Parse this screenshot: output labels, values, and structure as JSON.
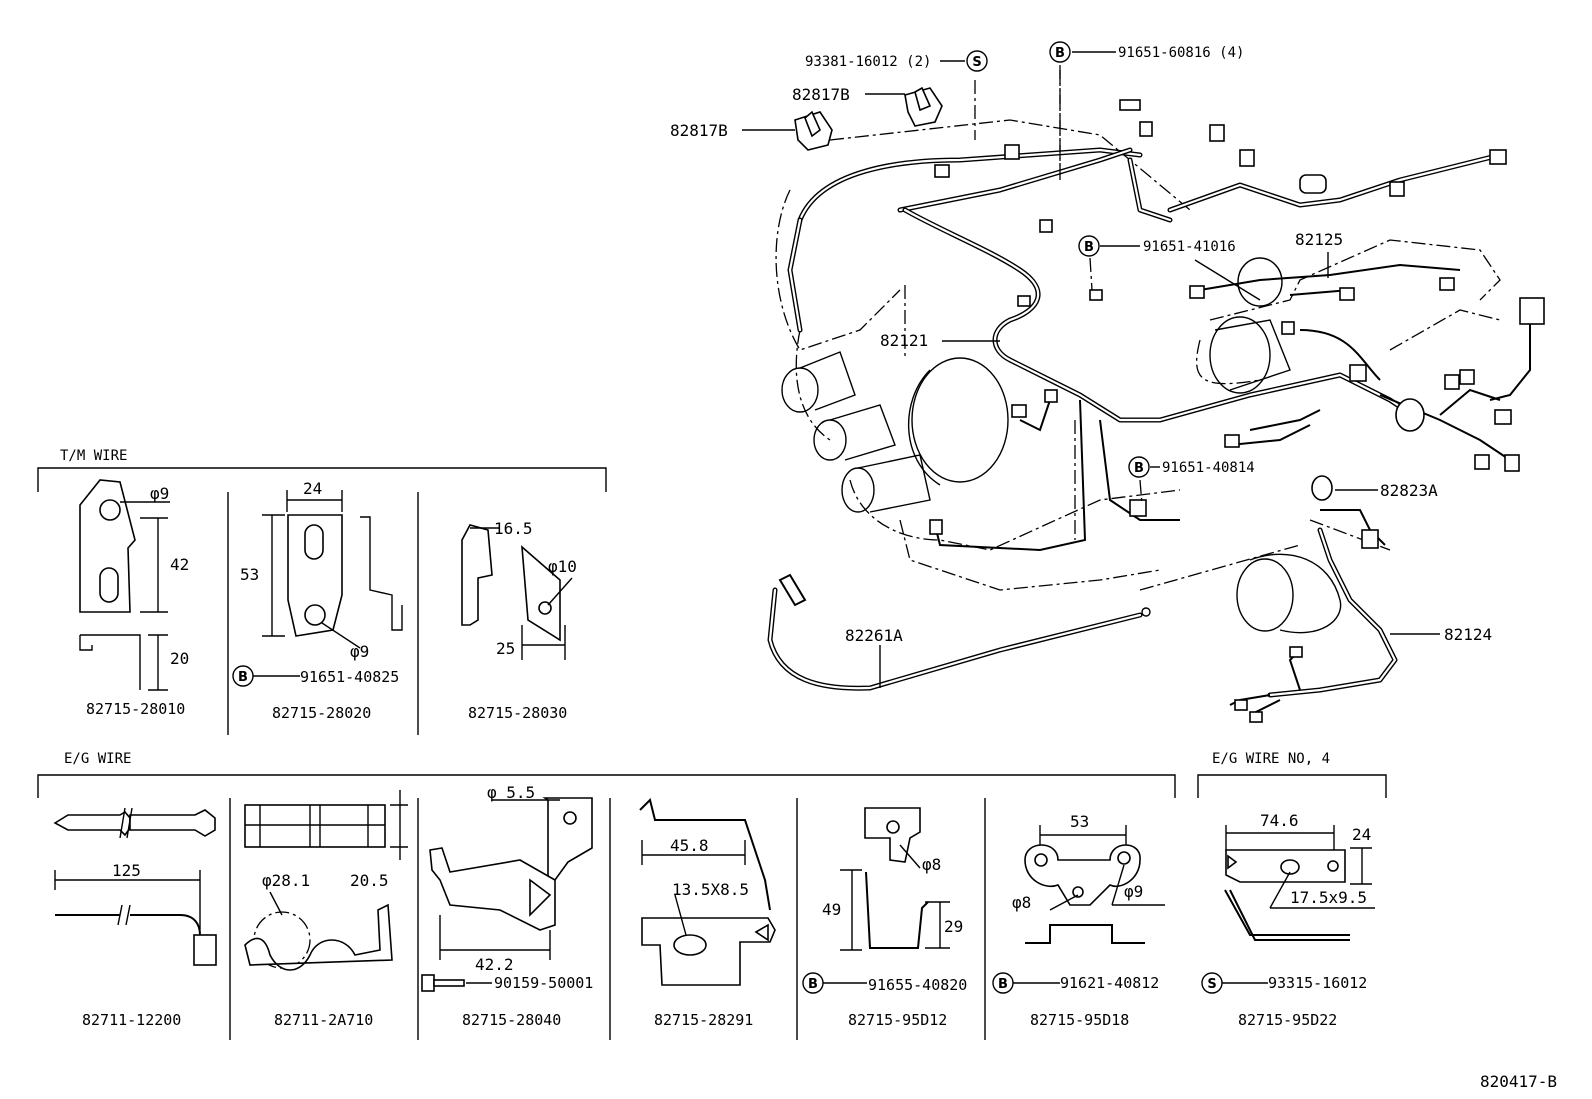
{
  "sections": {
    "tm_wire": "T/M WIRE",
    "eg_wire": "E/G WIRE",
    "eg_wire_no4": "E/G WIRE NO, 4"
  },
  "main_callouts": {
    "c93381": "93381-16012 (2)",
    "c91651_60816": "91651-60816 (4)",
    "c82817b_upper": "82817B",
    "c82817b_left": "82817B",
    "c91651_41016": "91651-41016",
    "c82125": "82125",
    "c82121": "82121",
    "c91651_40814": "91651-40814",
    "c82823a": "82823A",
    "c82261a": "82261A",
    "c82124": "82124"
  },
  "fastener_marks": {
    "bolt": "B",
    "screw": "S"
  },
  "tm_parts": [
    {
      "part_no": "82715-28010",
      "dims": [
        "φ9",
        "42",
        "20"
      ]
    },
    {
      "part_no": "82715-28020",
      "dims": [
        "24",
        "53",
        "φ9"
      ],
      "fastener": "91651-40825"
    },
    {
      "part_no": "82715-28030",
      "dims": [
        "16.5",
        "φ10",
        "25"
      ]
    }
  ],
  "eg_parts": [
    {
      "part_no": "82711-12200",
      "dims": [
        "125"
      ]
    },
    {
      "part_no": "82711-2A710",
      "dims": [
        "φ28.1",
        "20.5"
      ]
    },
    {
      "part_no": "82715-28040",
      "dims": [
        "φ 5.5",
        "42.2"
      ],
      "fastener": "90159-50001"
    },
    {
      "part_no": "82715-28291",
      "dims": [
        "45.8",
        "13.5X8.5"
      ]
    },
    {
      "part_no": "82715-95D12",
      "dims": [
        "φ8",
        "49",
        "29"
      ],
      "fastener": "91655-40820"
    },
    {
      "part_no": "82715-95D18",
      "dims": [
        "53",
        "φ8",
        "φ9"
      ],
      "fastener": "91621-40812"
    }
  ],
  "eg4_parts": [
    {
      "part_no": "82715-95D22",
      "dims": [
        "74.6",
        "24",
        "17.5x9.5"
      ],
      "fastener": "93315-16012"
    }
  ],
  "figure_code": "820417-B"
}
